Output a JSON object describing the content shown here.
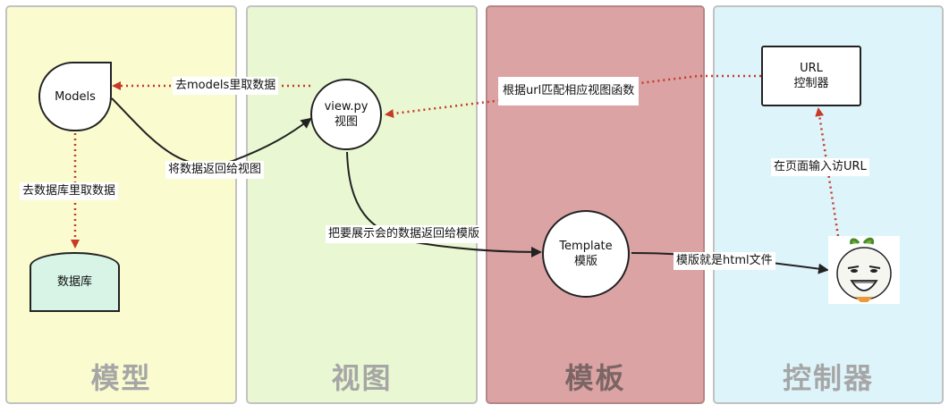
{
  "columns": {
    "model": {
      "title": "模型",
      "color": "#fbfbd0"
    },
    "view": {
      "title": "视图",
      "color": "#e9f8d2"
    },
    "template": {
      "title": "模板",
      "color": "#dba3a3"
    },
    "controller": {
      "title": "控制器",
      "color": "#ddf4fb"
    }
  },
  "nodes": {
    "models": {
      "label": "Models"
    },
    "database": {
      "label": "数据库"
    },
    "view": {
      "line1": "view.py",
      "line2": "视图"
    },
    "template": {
      "line1": "Template",
      "line2": "模版"
    },
    "url": {
      "line1": "URL",
      "line2": "控制器"
    },
    "user_face": {
      "icon": "laughing-face-icon"
    }
  },
  "edges": {
    "view_to_models": "去models里取数据",
    "models_to_db": "去数据库里取数据",
    "models_to_view": "将数据返回给视图",
    "url_to_view": "根据url匹配相应视图函数",
    "view_to_template": "把要展示会的数据返回给模版",
    "template_to_user": "模版就是html文件",
    "user_to_url": "在页面输入访URL"
  },
  "colors": {
    "dotted_arrow": "#c63a27",
    "solid_arrow": "#222222"
  }
}
